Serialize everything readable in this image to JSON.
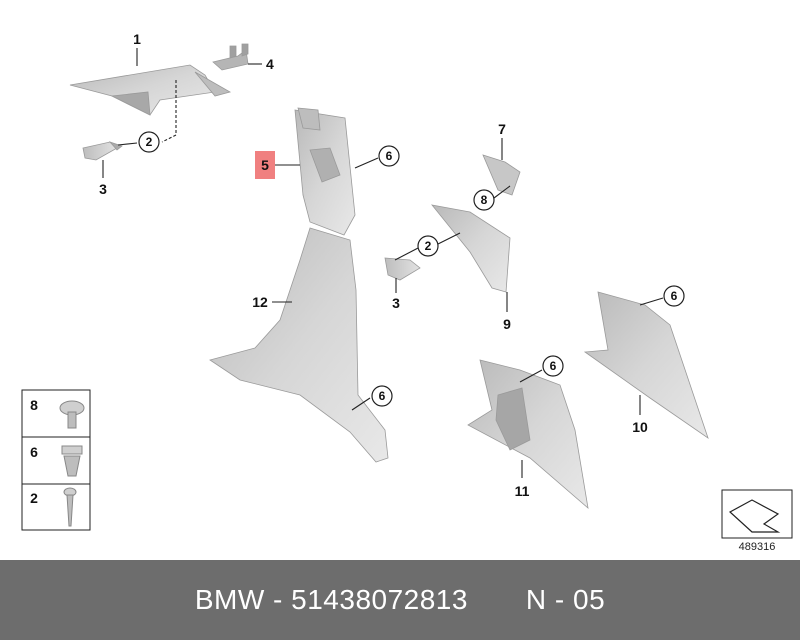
{
  "callouts": {
    "c1": "1",
    "c4": "4",
    "c2_top": "2",
    "c3_top": "3",
    "c5": "5",
    "c6_b": "6",
    "c7": "7",
    "c8": "8",
    "c2_mid": "2",
    "c3_mid": "3",
    "c9": "9",
    "c12": "12",
    "c6_c": "6",
    "c6_11": "6",
    "c11": "11",
    "c6_10": "6",
    "c10": "10"
  },
  "legend": {
    "items": [
      {
        "label": "8",
        "icon": "screw-cap-icon"
      },
      {
        "label": "6",
        "icon": "clip-icon"
      },
      {
        "label": "2",
        "icon": "screw-icon"
      }
    ]
  },
  "diagram_id": "489316",
  "footer": {
    "brand": "BMW",
    "part_number": "51438072813",
    "page": "N - 05",
    "separator": " - ",
    "gap": "       "
  },
  "colors": {
    "highlight": "#f08080",
    "part_fill": "#c9c9c9",
    "part_dark": "#a8a8a8",
    "footer_bg": "#6d6d6d"
  }
}
